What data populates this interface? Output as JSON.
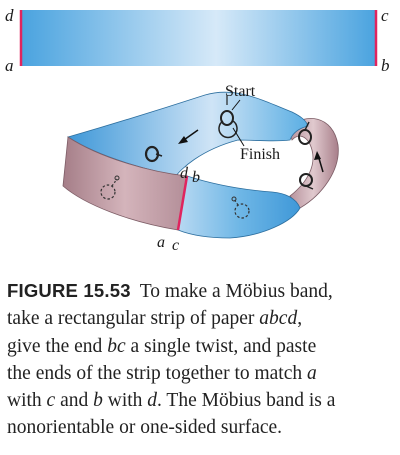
{
  "figure": {
    "strip_labels": {
      "top_left": "d",
      "bottom_left": "a",
      "top_right": "c",
      "bottom_right": "b"
    },
    "band_labels": {
      "start": "Start",
      "finish": "Finish",
      "d": "d",
      "b": "b",
      "a": "a",
      "c": "c"
    },
    "colors": {
      "strip_blue": "#4aa3df",
      "strip_highlight": "#d6e9f8",
      "band_mauve": "#c9a5ad",
      "band_mauve_dark": "#a57e88",
      "edge_red": "#e0245e"
    }
  },
  "caption": {
    "label": "FIGURE 15.53",
    "line1_text": "To make a Möbius band,",
    "line2_pre": "take a rectangular strip of paper ",
    "line2_em": "abcd",
    "line2_post": ",",
    "line3_pre": "give the end ",
    "line3_em": "bc",
    "line3_post": " a single twist, and paste",
    "line4_pre": "the ends of the strip together to match ",
    "line4_em": "a",
    "line5_pre": "with ",
    "line5_em1": "c",
    "line5_mid": " and ",
    "line5_em2": "b",
    "line5_mid2": " with ",
    "line5_em3": "d",
    "line5_post": ". The Möbius band is a",
    "line6": "nonorientable or one-sided surface."
  }
}
